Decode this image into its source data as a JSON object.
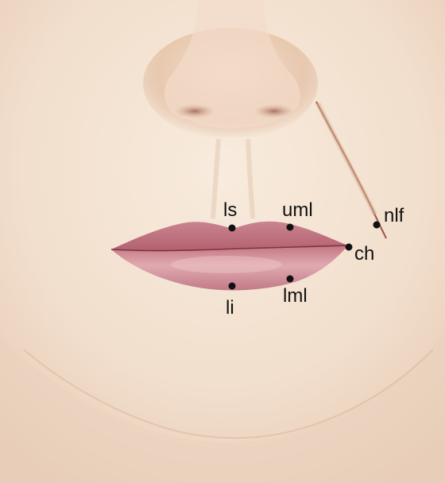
{
  "colors": {
    "skin_light": "#f6e6d6",
    "skin_mid": "#ecd3bd",
    "skin_shadow": "#c9a68c",
    "lip_upper": "#c77d8a",
    "lip_lower": "#d08e99",
    "lip_line": "#7a3442",
    "nasolabial_line": "#9a5b4c",
    "marker": "#111111"
  },
  "landmarks": [
    {
      "id": "ls",
      "label": "ls"
    },
    {
      "id": "uml",
      "label": "uml"
    },
    {
      "id": "nlf",
      "label": "nlf"
    },
    {
      "id": "ch",
      "label": "ch"
    },
    {
      "id": "li",
      "label": "li"
    },
    {
      "id": "lml",
      "label": "lml"
    }
  ]
}
